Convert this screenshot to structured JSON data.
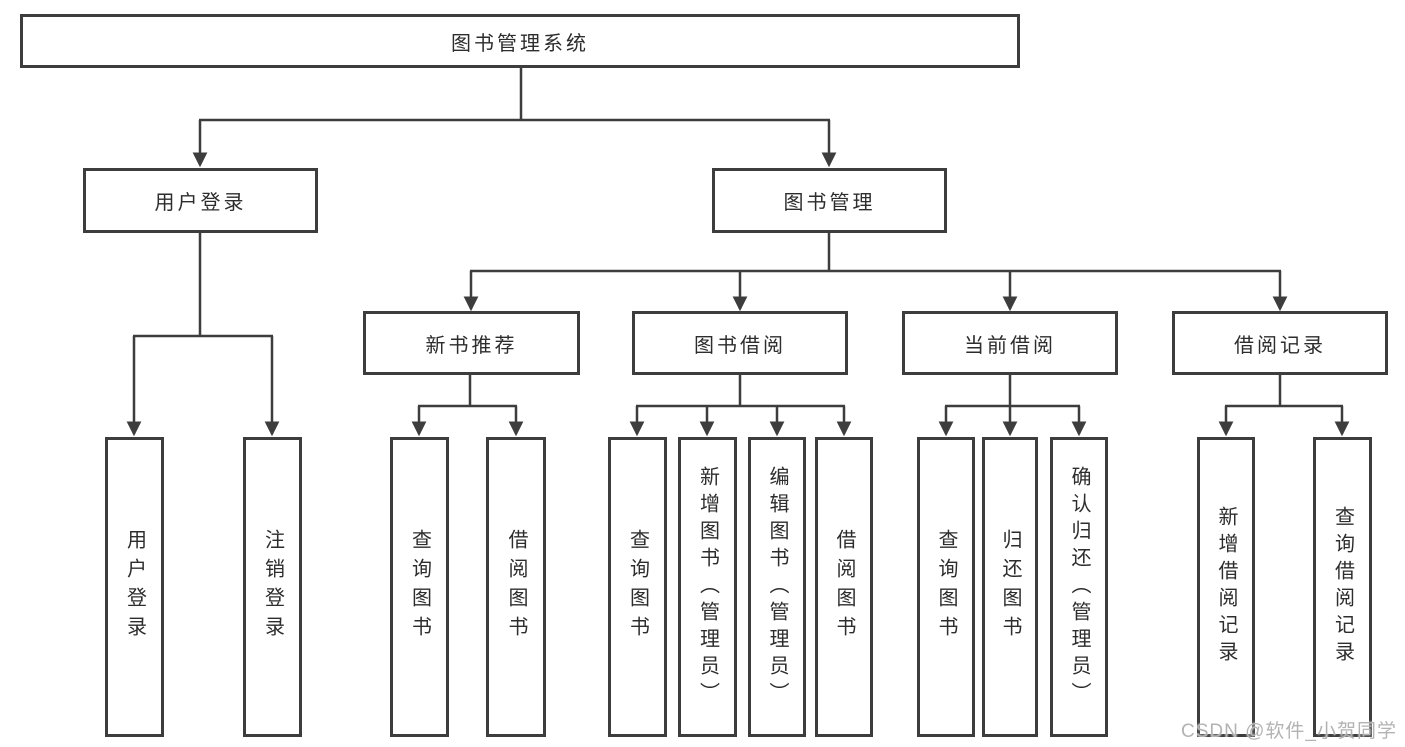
{
  "diagram": {
    "root": "图书管理系统",
    "user_login": {
      "label": "用户登录",
      "children": [
        "用户登录",
        "注销登录"
      ]
    },
    "book_mgmt": {
      "label": "图书管理",
      "sections": [
        {
          "label": "新书推荐",
          "children": [
            "查询图书",
            "借阅图书"
          ]
        },
        {
          "label": "图书借阅",
          "children": [
            "查询图书",
            "新增图书（管理员）",
            "编辑图书（管理员）",
            "借阅图书"
          ]
        },
        {
          "label": "当前借阅",
          "children": [
            "查询图书",
            "归还图书",
            "确认归还（管理员）"
          ]
        },
        {
          "label": "借阅记录",
          "children": [
            "新增借阅记录",
            "查询借阅记录"
          ]
        }
      ]
    },
    "watermark": "CSDN @软件_小贺同学"
  },
  "colors": {
    "line": "#3d3d3d",
    "text": "#2d2d2d",
    "box_background": "#ffffff",
    "watermark": "#b3b3b3"
  }
}
